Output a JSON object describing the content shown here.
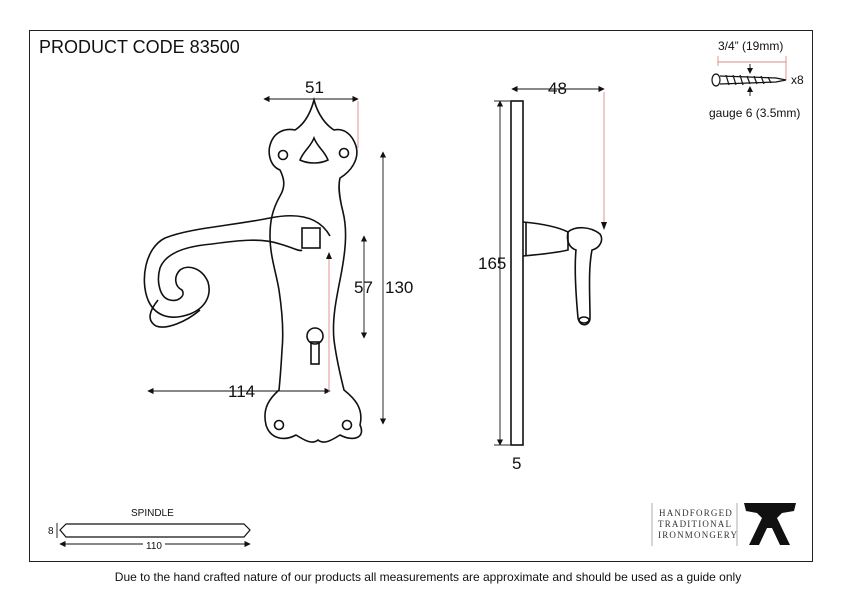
{
  "header": {
    "title": "PRODUCT CODE 83500"
  },
  "dimensions": {
    "plate_width": "51",
    "lever_projection": "114",
    "centres": "57",
    "plate_height": "130",
    "side_height": "165",
    "side_projection": "48",
    "plate_thickness": "5"
  },
  "screws": {
    "length": "3/4” (19mm)",
    "quantity": "x8",
    "gauge": "gauge 6 (3.5mm)"
  },
  "spindle": {
    "label": "SPINDLE",
    "length": "110",
    "size": "8"
  },
  "brand": {
    "line1": "HANDFORGED",
    "line2": "TRADITIONAL",
    "line3": "IRONMONGERY"
  },
  "footer": {
    "disclaimer": "Due to the hand crafted nature of our products all measurements are approximate and should be used as a guide only"
  }
}
